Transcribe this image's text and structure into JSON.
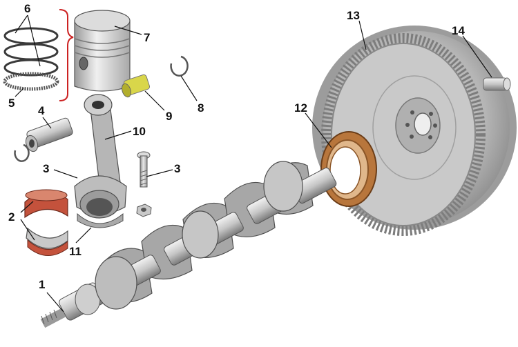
{
  "diagram": {
    "callouts": {
      "c1": "1",
      "c2": "2",
      "c3a": "3",
      "c3b": "3",
      "c4": "4",
      "c5": "5",
      "c6": "6",
      "c7": "7",
      "c8": "8",
      "c9": "9",
      "c10": "10",
      "c11": "11",
      "c12": "12",
      "c13": "13",
      "c14": "14"
    },
    "colors": {
      "metal_light": "#e4e4e4",
      "metal_mid": "#b9b9b9",
      "metal_dark": "#6e6e6e",
      "bearing_shell": "#c4523c",
      "bushing": "#d9d64a",
      "seal": "#b8763c",
      "bracket": "#cc2222"
    }
  }
}
